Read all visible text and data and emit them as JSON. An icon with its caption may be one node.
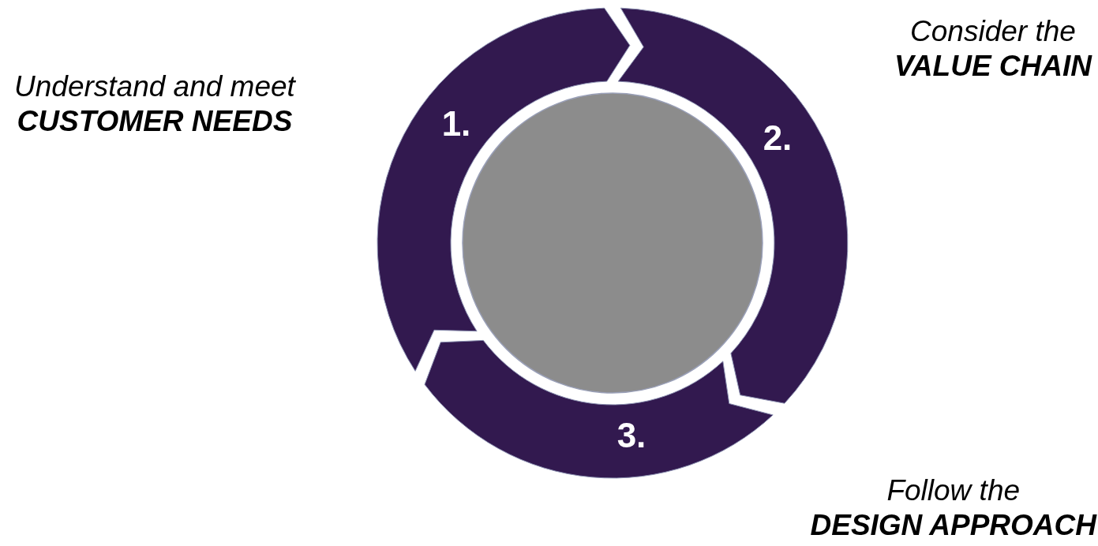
{
  "diagram": {
    "nodes": [
      {
        "text": [
          "1."
        ],
        "beside": [
          "Understand and meet **CUSTOMER NEEDS**"
        ]
      },
      {
        "text": [
          "2."
        ],
        "beside": [
          "Consider the **VALUE CHAIN**"
        ]
      },
      {
        "text": [
          "3."
        ],
        "beside": [
          "Follow the **DESIGN APPROACH**"
        ]
      },
      {
        "text": [],
        "shape": "circle"
      }
    ]
  }
}
